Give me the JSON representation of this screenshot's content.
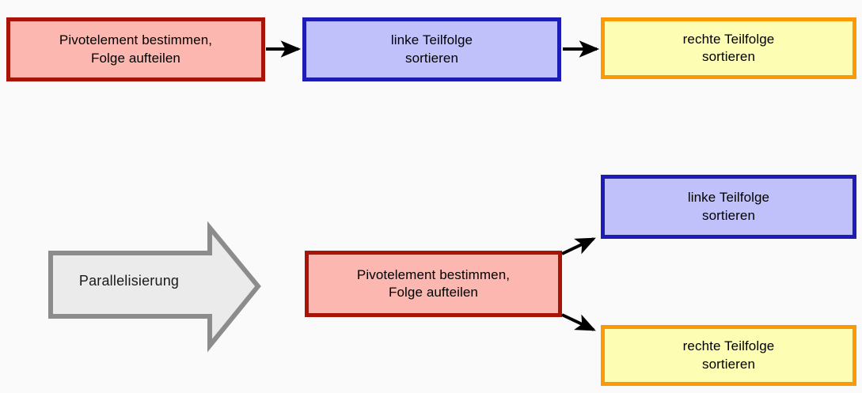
{
  "page": {
    "background_color": "#fafafa",
    "title": "Quicksort Parallelisierung Ablaufdiagramm"
  },
  "palette": {
    "red_fill": "#fcb7b0",
    "red_border": "#a81508",
    "blue_fill": "#c0c0fb",
    "blue_border": "#1d1db6",
    "yellow_fill": "#fdfdb4",
    "yellow_border": "#fb9a05",
    "grey_fill": "#ebebeb",
    "grey_border": "#8c8c8c",
    "arrow_color": "#000000",
    "text_color": "#000000"
  },
  "sequential_flow": {
    "nodes": [
      {
        "id": "top-pivot",
        "label": "Pivotelement bestimmen,\nFolge aufteilen",
        "color": "red"
      },
      {
        "id": "top-left",
        "label": "linke Teilfolge\nsortieren",
        "color": "blue"
      },
      {
        "id": "top-right",
        "label": "rechte Teilfolge\nsortieren",
        "color": "yellow"
      }
    ],
    "connectors": [
      {
        "from": "top-pivot",
        "to": "top-left",
        "style": "straight-arrow"
      },
      {
        "from": "top-left",
        "to": "top-right",
        "style": "straight-arrow"
      }
    ]
  },
  "transform": {
    "shape": "block-arrow-right",
    "label": "Parallelisierung"
  },
  "parallel_flow": {
    "nodes": [
      {
        "id": "bot-pivot",
        "label": "Pivotelement bestimmen,\nFolge aufteilen",
        "color": "red"
      },
      {
        "id": "bot-left",
        "label": "linke Teilfolge\nsortieren",
        "color": "blue"
      },
      {
        "id": "bot-right",
        "label": "rechte Teilfolge\nsortieren",
        "color": "yellow"
      }
    ],
    "connectors": [
      {
        "from": "bot-pivot",
        "to": "bot-left",
        "style": "diagonal-arrow-up"
      },
      {
        "from": "bot-pivot",
        "to": "bot-right",
        "style": "diagonal-arrow-down"
      }
    ]
  }
}
